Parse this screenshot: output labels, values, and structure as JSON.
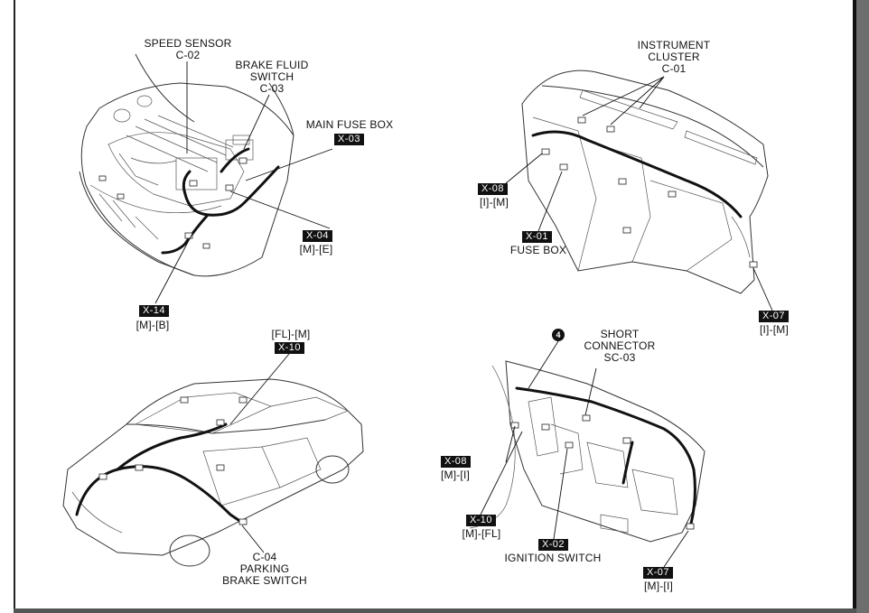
{
  "labels": {
    "speed_sensor_name": "SPEED SENSOR",
    "speed_sensor_code": "C-02",
    "brake_fluid_line1": "BRAKE FLUID",
    "brake_fluid_line2": "SWITCH",
    "brake_fluid_code": "C-03",
    "main_fuse_box": "MAIN FUSE BOX",
    "instrument_line1": "INSTRUMENT",
    "instrument_line2": "CLUSTER",
    "instrument_code": "C-01",
    "fuse_box": "FUSE BOX",
    "short_line1": "SHORT",
    "short_line2": "CONNECTOR",
    "short_code": "SC-03",
    "parking_code": "C-04",
    "parking_line1": "PARKING",
    "parking_line2": "BRAKE SWITCH",
    "ignition_switch": "IGNITION SWITCH"
  },
  "tags": {
    "x03": "X-03",
    "x04": "X-04",
    "x04_sub": "[M]-[E]",
    "x14": "X-14",
    "x14_sub": "[M]-[B]",
    "x08_top": "X-08",
    "x08_top_sub": "[I]-[M]",
    "x01": "X-01",
    "x07_top": "X-07",
    "x07_top_sub": "[I]-[M]",
    "x10_top_sub": "[FL]-[M]",
    "x10_top": "X-10",
    "x08_bot": "X-08",
    "x08_bot_sub": "[M]-[I]",
    "x10_bot": "X-10",
    "x10_bot_sub": "[M]-[FL]",
    "x02": "X-02",
    "x07_bot": "X-07",
    "x07_bot_sub": "[M]-[I]",
    "badge_number": "4"
  }
}
